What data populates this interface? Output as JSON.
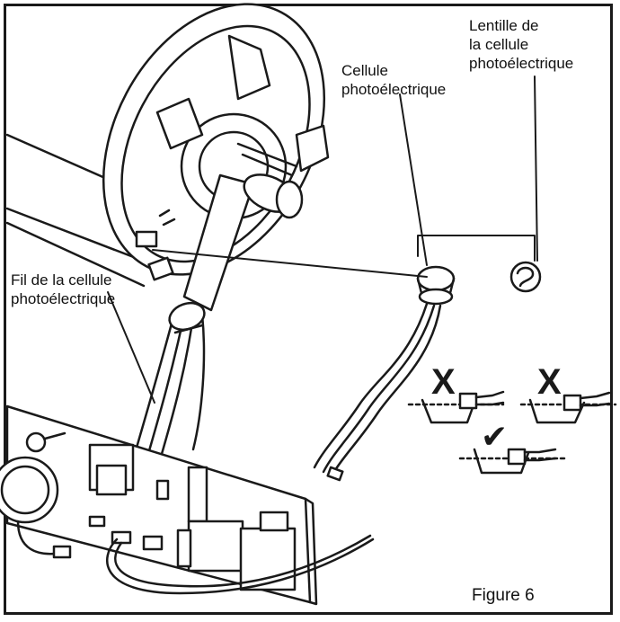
{
  "labels": {
    "lens_line1": "Lentille de",
    "lens_line2": "la cellule",
    "lens_line3": "photoélectrique",
    "cell_line1": "Cellule",
    "cell_line2": "photoélectrique",
    "wire_line1": "Fil de la cellule",
    "wire_line2": "photoélectrique"
  },
  "marks": {
    "wrong_1": "X",
    "wrong_2": "X",
    "correct": "✔"
  },
  "caption": "Figure 6",
  "colors": {
    "line": "#1a1a1a",
    "fill": "#ffffff",
    "shade": "#d9d9d9"
  }
}
